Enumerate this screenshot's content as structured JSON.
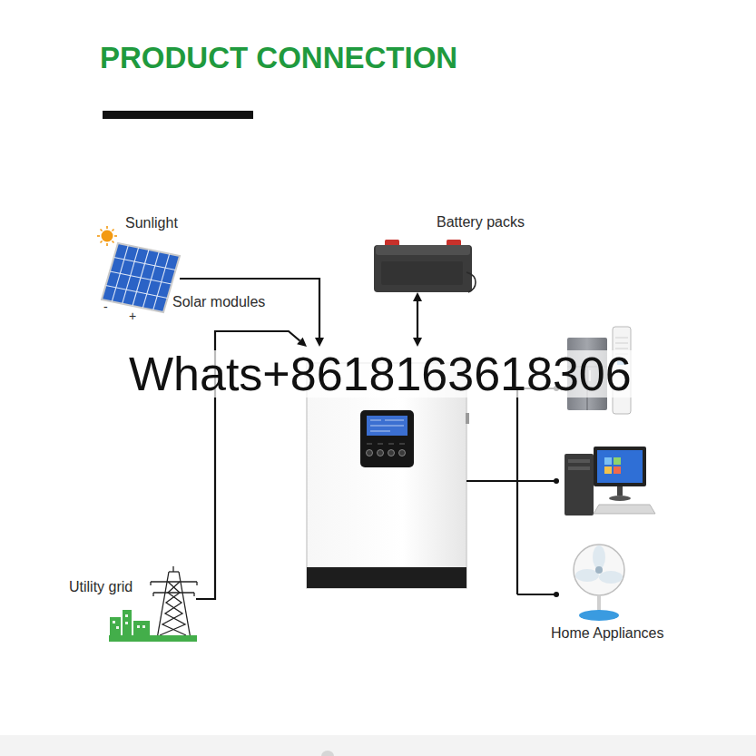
{
  "diagram": {
    "title": "PRODUCT CONNECTION",
    "nodes": [
      {
        "text": [
          "Solar modules"
        ]
      },
      {
        "text": [
          "Battery packs"
        ]
      },
      {
        "text": []
      },
      {
        "text": [
          "Utility grid"
        ]
      },
      {
        "text": [
          "Home Appliances"
        ]
      }
    ],
    "edges": [
      {
        "from": 0,
        "to": 2,
        "arrow": "to"
      },
      {
        "from": 1,
        "to": 2,
        "arrow": "both"
      },
      {
        "from": 3,
        "to": 2,
        "arrow": "to"
      },
      {
        "from": 2,
        "to": 4,
        "arrow": "none"
      }
    ],
    "labels": [
      "Sunlight",
      "-",
      "+",
      "Whats+8618163618306"
    ]
  }
}
